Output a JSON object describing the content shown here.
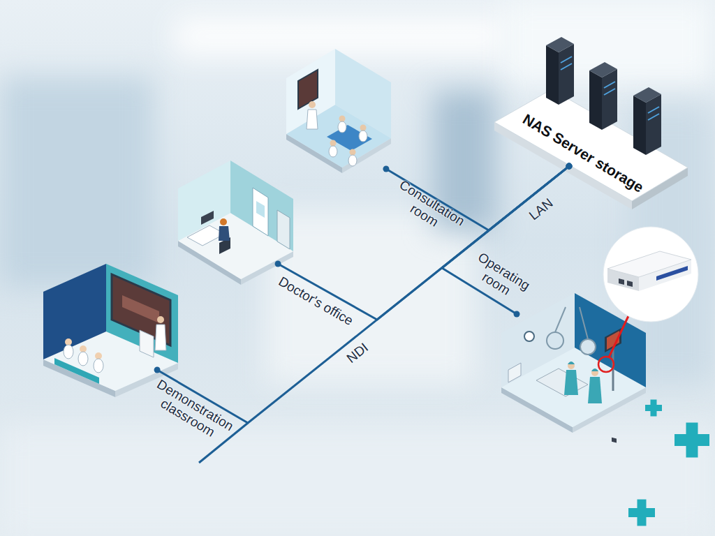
{
  "diagram": {
    "nodes": [
      {
        "text": [
          "Consultation room"
        ]
      },
      {
        "text": [
          "NAS Server storage"
        ]
      },
      {
        "text": [
          "Doctor's office"
        ]
      },
      {
        "text": [
          "Operating room"
        ]
      },
      {
        "text": [
          "Demonstration classroom"
        ]
      }
    ],
    "edges": [
      {
        "from": 0,
        "to": 1,
        "arrow": "none",
        "label": "LAN"
      },
      {
        "from": 2,
        "to": 1,
        "arrow": "none"
      },
      {
        "from": 3,
        "to": 1,
        "arrow": "none"
      },
      {
        "from": 4,
        "to": 1,
        "arrow": "none",
        "label": "NDI"
      }
    ]
  }
}
